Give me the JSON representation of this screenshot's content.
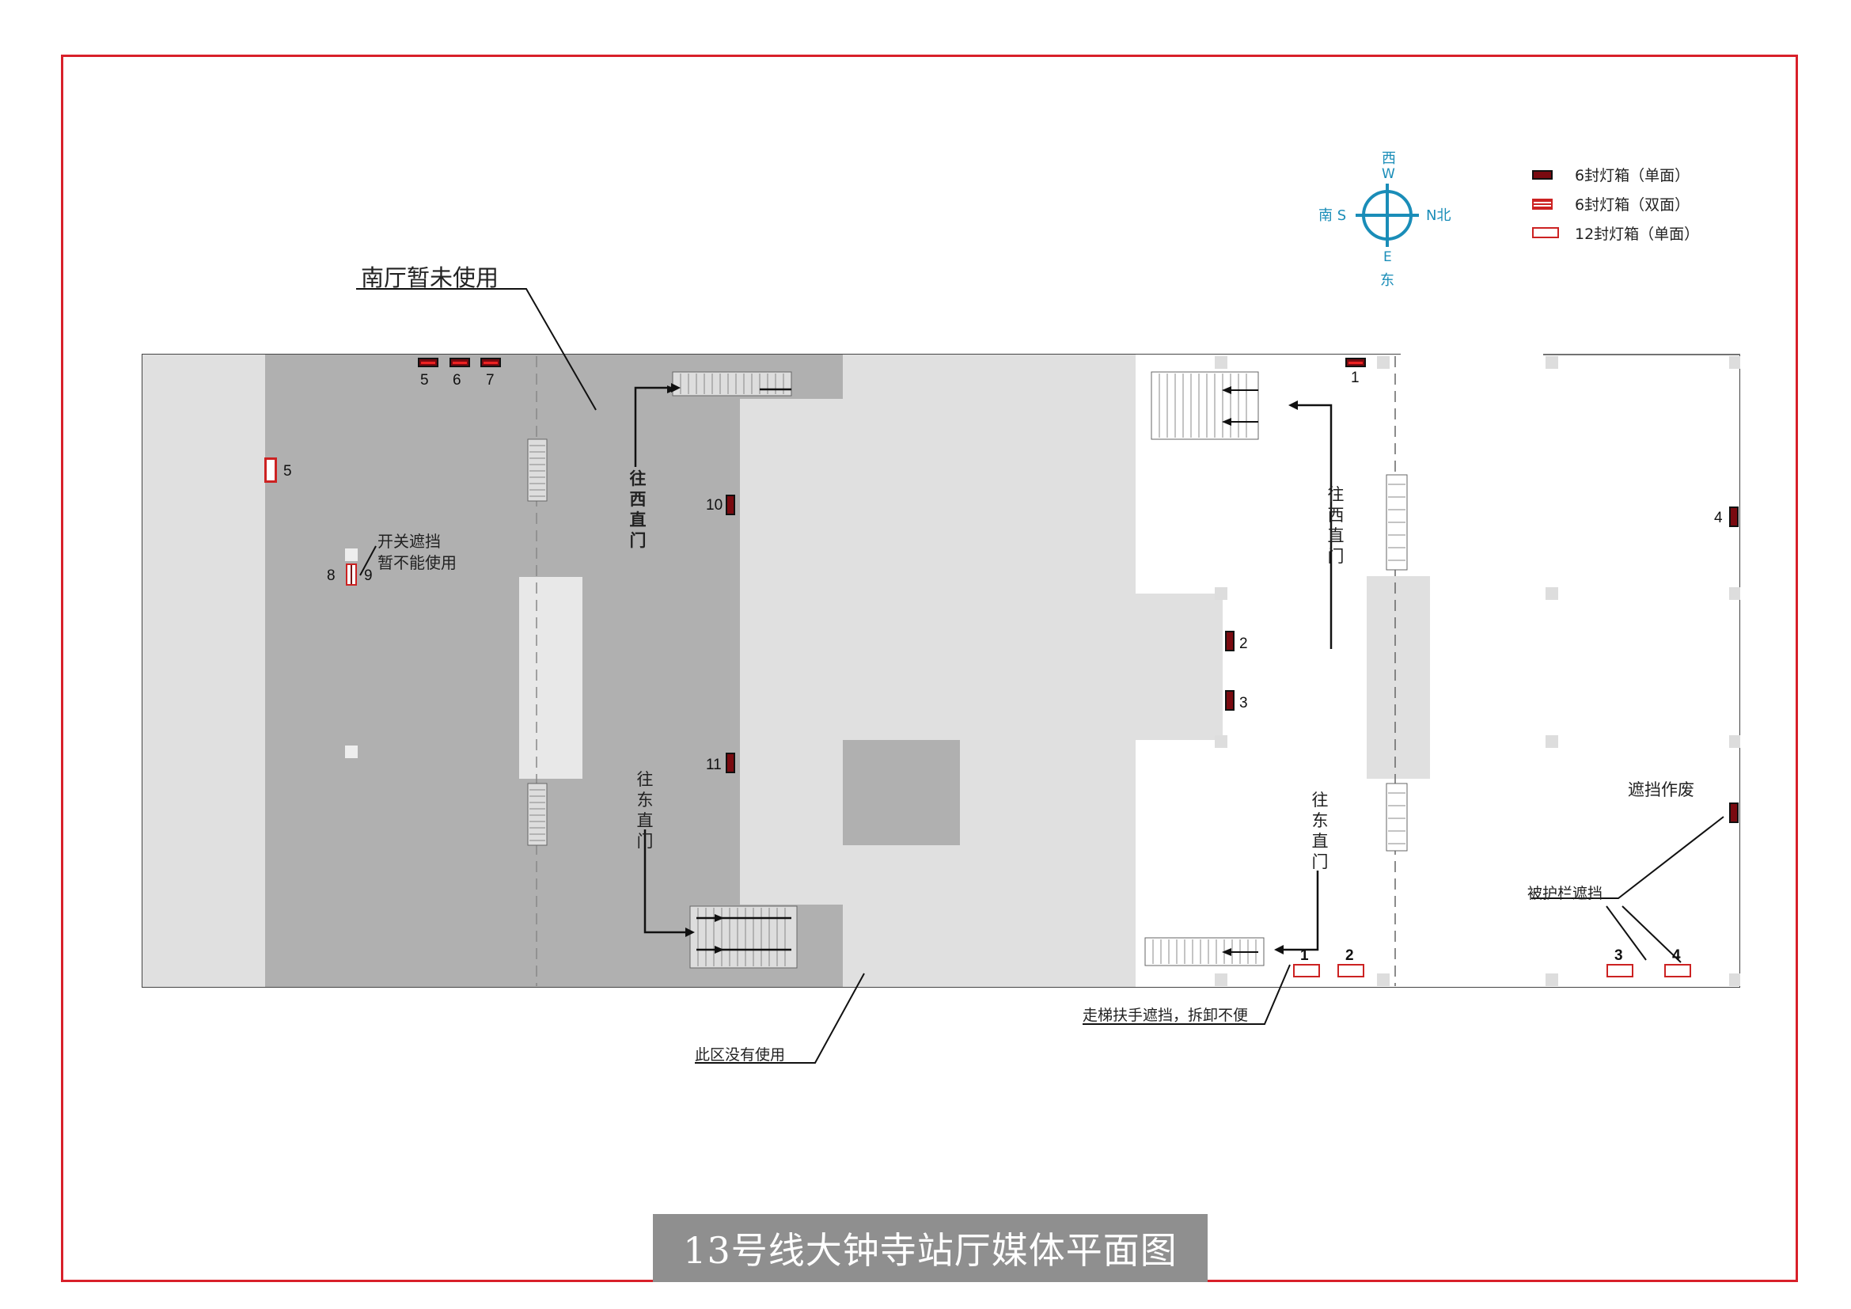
{
  "title": "13号线大钟寺站厅媒体平面图",
  "legend": [
    {
      "symbol": "single-6",
      "label": "6封灯箱（单面）"
    },
    {
      "symbol": "double-6",
      "label": "6封灯箱（双面）"
    },
    {
      "symbol": "single-12",
      "label": "12封灯箱（单面）"
    }
  ],
  "compass": {
    "west": "西",
    "west_letter": "W",
    "east": "东",
    "east_letter": "E",
    "south": "南 S",
    "north": "N北"
  },
  "labels": {
    "south_hall": "南厅暂未使用",
    "switch_block": "开关遮挡",
    "cannot_use": "暂不能使用",
    "area_unused": "此区没有使用",
    "escalator_block": "走梯扶手遮挡，拆卸不便",
    "guardrail_block": "被护栏遮挡",
    "blocked_void": "遮挡作废"
  },
  "directions": {
    "to_xizhimen_bold": "往西直门",
    "to_dongzhimen_left": "往东直门",
    "to_xizhimen_right": "往西直门",
    "to_dongzhimen_right": "往东直门"
  },
  "numbers": {
    "n1": "1",
    "n2": "2",
    "n3": "3",
    "n4": "4",
    "n5": "5",
    "n6": "6",
    "n7": "7",
    "n8": "8",
    "n9": "9",
    "n10": "10",
    "n11": "11",
    "b1": "1",
    "b2": "2",
    "b3": "3",
    "b4": "4",
    "b5": "5"
  },
  "colors": {
    "frame": "#d8202a",
    "compass": "#1a8db8",
    "lightbox": "#7a0a10",
    "dark_floor": "#b0b0b0",
    "light_floor": "#e0e0e0",
    "title_bg": "#8f8f8f"
  }
}
